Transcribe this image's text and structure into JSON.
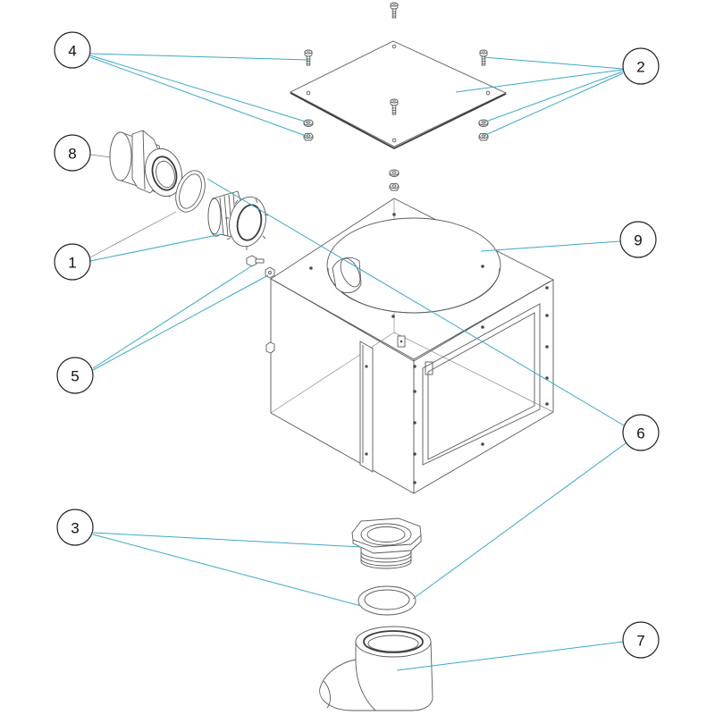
{
  "callouts": [
    {
      "label": "1"
    },
    {
      "label": "2"
    },
    {
      "label": "3"
    },
    {
      "label": "4"
    },
    {
      "label": "5"
    },
    {
      "label": "6"
    },
    {
      "label": "7"
    },
    {
      "label": "8"
    },
    {
      "label": "9"
    }
  ],
  "colors": {
    "leader": "#3aa9c8",
    "drawing": "#5a5a5a",
    "callout_stroke": "#222222"
  }
}
